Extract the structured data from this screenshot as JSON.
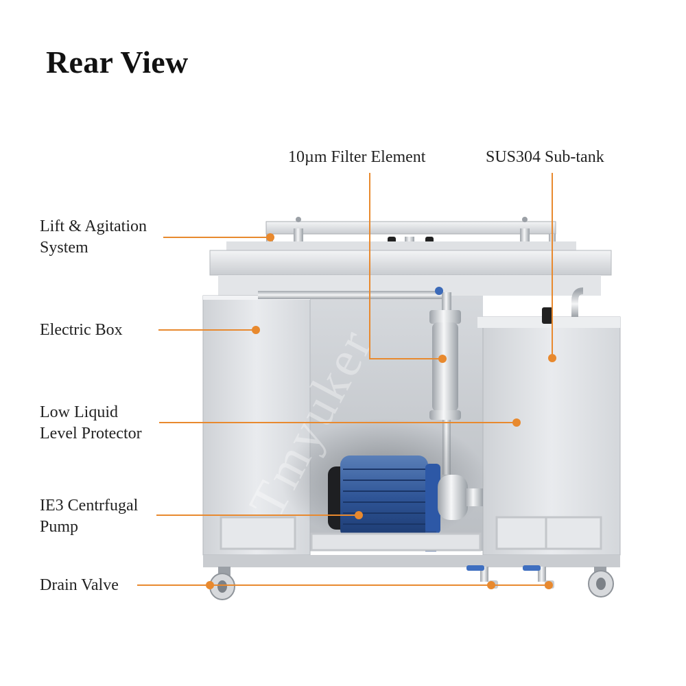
{
  "title": "Rear View",
  "accent_color": "#e8892e",
  "watermark": "Tmyuker",
  "callouts": {
    "filter_element": "10µm Filter  Element",
    "sub_tank": "SUS304 Sub-tank",
    "lift_agitation": [
      "Lift & Agitation",
      "System"
    ],
    "electric_box": "Electric Box",
    "low_liquid": [
      "Low Liquid",
      "Level Protector"
    ],
    "pump": [
      "IE3 Centrfugal",
      "Pump"
    ],
    "drain_valve": "Drain Valve"
  }
}
